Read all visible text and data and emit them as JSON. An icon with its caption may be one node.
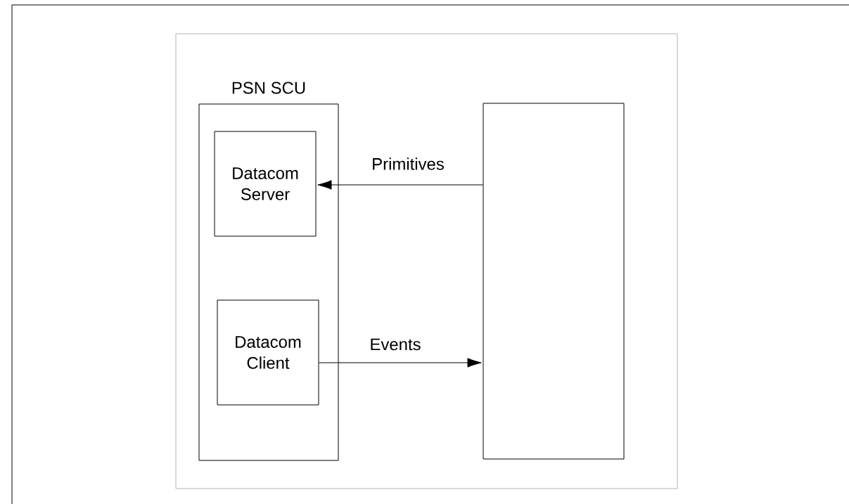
{
  "diagram": {
    "nodes": [
      {
        "text": [],
        "shape": "box"
      },
      {
        "text": [
          "PSN SCU"
        ],
        "in": 0
      },
      {
        "text": [
          "Datacom Server"
        ],
        "in": 1
      },
      {
        "text": [
          "Datacom Client"
        ],
        "in": 1
      },
      {
        "text": [],
        "shape": "box",
        "in": 0
      }
    ],
    "edges": [
      {
        "from": 4,
        "to": 2,
        "arrow": "to",
        "label": "Primitives"
      },
      {
        "from": 3,
        "to": 4,
        "arrow": "to",
        "label": "Events"
      }
    ]
  }
}
